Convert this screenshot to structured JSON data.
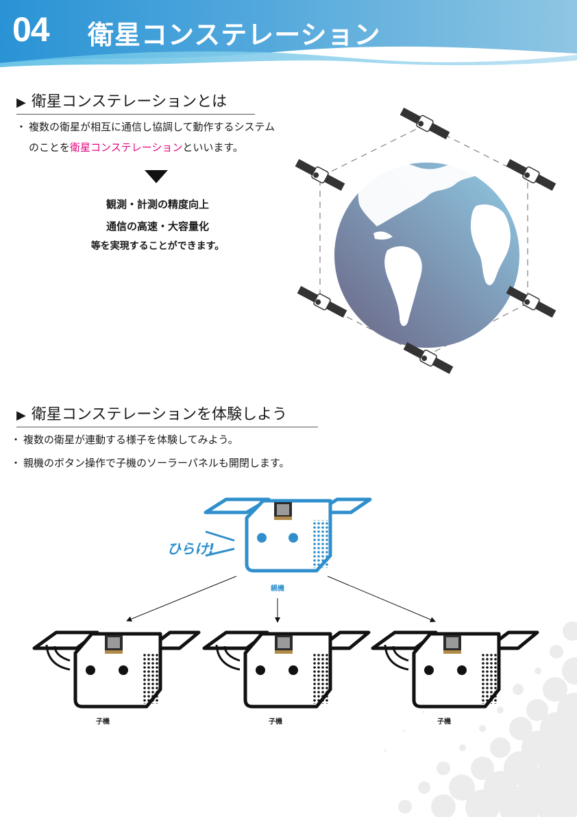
{
  "header": {
    "chapter_number": "04",
    "title": "衛星コンステレーション",
    "gradient_start": "#2a93d5",
    "gradient_end": "#8fc6e3"
  },
  "section1": {
    "heading_marker": "▶",
    "heading": "衛星コンステレーションとは",
    "bullet_marker": "・",
    "text_line1": "複数の衛星が相互に通信し協調して動作するシステム",
    "text_line2_before": "のことを",
    "text_line2_highlight": "衛星コンステレーション",
    "text_line2_after": "といいます。",
    "highlight_color": "#e4007f",
    "results": [
      "観測・計測の精度向上",
      "通信の高速・大容量化",
      "等を実現することができます。"
    ],
    "illustration": {
      "globe_icon": "earth-globe",
      "satellite_count": 6,
      "globe_gradient_top": "#8cc0db",
      "globe_gradient_bottom": "#6e6f8e"
    }
  },
  "section2": {
    "heading_marker": "▶",
    "heading": "衛星コンステレーションを体験しよう",
    "bullet_marker": "・",
    "bullets": [
      "複数の衛星が連動する様子を体験してみよう。",
      "親機のボタン操作で子機のソーラーパネルも開閉します。"
    ],
    "diagram": {
      "shout": "ひらけ!",
      "parent_label": "親機",
      "parent_color": "#2f8fcd",
      "child_labels": [
        "子機",
        "子機",
        "子機"
      ],
      "child_color": "#111111"
    }
  }
}
